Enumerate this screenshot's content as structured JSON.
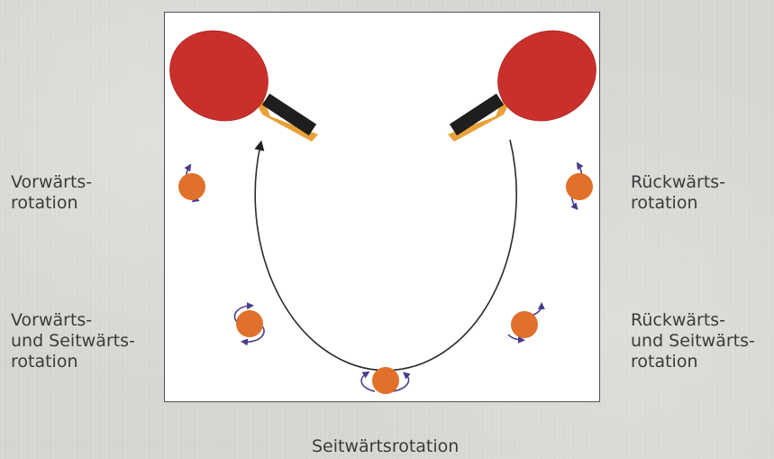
{
  "labels": {
    "forward": [
      "Vorwärts-",
      "rotation"
    ],
    "forward_side": [
      "Vorwärts-",
      "und Seitwärts-",
      "rotation"
    ],
    "backward": [
      "Rückwärts-",
      "rotation"
    ],
    "backward_side": [
      "Rückwärts-",
      "und Seitwärts-",
      "rotation"
    ],
    "side": "Seitwärtsrotation"
  },
  "colors": {
    "paddle_red": "#c9302c",
    "paddle_edge": "#e8a13a",
    "handle": "#1e1e1e",
    "ball": "#e0702a",
    "spin_arrow": "#4a3a8c",
    "arc": "#2a2a2a"
  }
}
